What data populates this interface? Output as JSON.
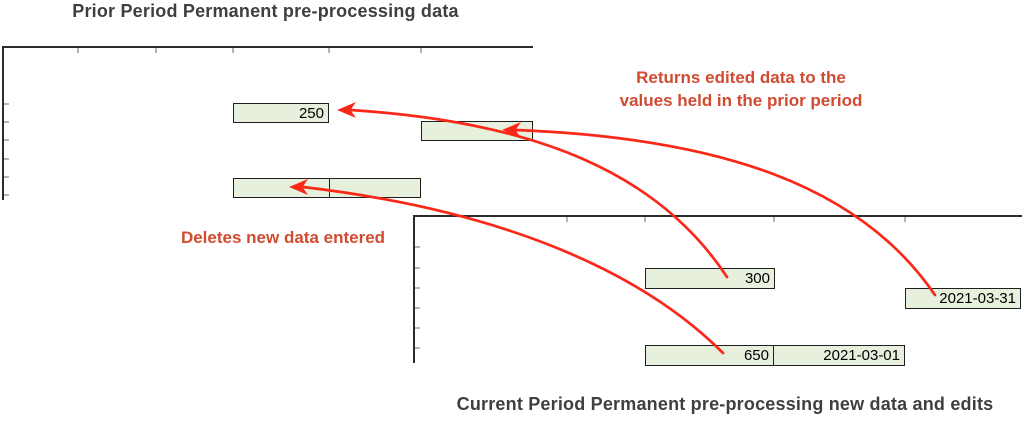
{
  "titles": {
    "prior": "Prior Period Permanent pre-processing data",
    "current": "Current Period Permanent pre-processing new data and edits"
  },
  "annotations": {
    "returns_line1": "Returns edited data to the",
    "returns_line2": "values held in the prior period",
    "deletes": "Deletes new data entered"
  },
  "prior_table": {
    "value_cell": "250",
    "empty_date_cell": "",
    "merged_cell_left": "",
    "merged_cell_right": ""
  },
  "current_table": {
    "edited_value_cell": "300",
    "edited_date_cell": "2021-03-31",
    "new_value_cell": "650",
    "new_date_cell": "2021-03-01"
  },
  "colors": {
    "cell_fill": "#e7efdd",
    "cell_border": "#1f1f1f",
    "table_border": "#2b2b2b",
    "gridline_stub": "#6b6b6b",
    "title_text": "#3f3f3f",
    "annotation_text": "#d14b31",
    "arrow": "#fa2819",
    "cell_text": "#000000",
    "background": "#ffffff"
  }
}
